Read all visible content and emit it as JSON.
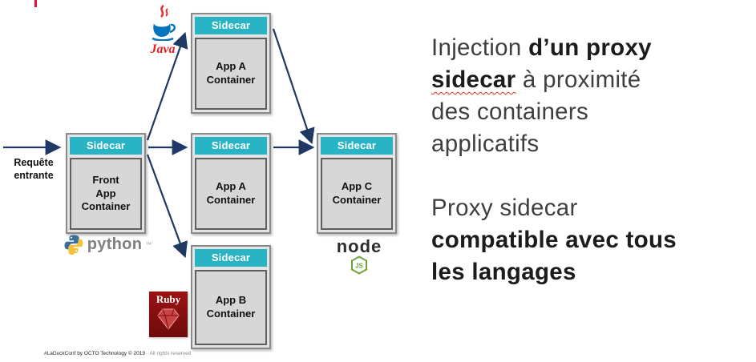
{
  "slide": {
    "footer_main": "#LaDuckConf by OCTO Technology © 2019",
    "footer_secondary": "· All rights reserved"
  },
  "diagram": {
    "entry_label": "Requête\nentrante",
    "boxes": [
      {
        "header": "Sidecar",
        "app": "Front\nApp\nContainer"
      },
      {
        "header": "Sidecar",
        "app": "App A\nContainer"
      },
      {
        "header": "Sidecar",
        "app": "App A\nContainer"
      },
      {
        "header": "Sidecar",
        "app": "App B\nContainer"
      },
      {
        "header": "Sidecar",
        "app": "App C\nContainer"
      }
    ],
    "logos": {
      "java": "Java",
      "python": "python",
      "python_tm": "™",
      "ruby": "Ruby",
      "node": "node",
      "node_badge": "JS"
    },
    "colors": {
      "sidecar_teal": "#29b4c6",
      "arrow_navy": "#1f3864",
      "box_fill": "#d7d7d7",
      "java_red": "#ea2d2e",
      "python_blue": "#3b6e9c",
      "python_yellow": "#f5c33b",
      "ruby_red": "#8f1010",
      "node_green": "#71a13c",
      "squiggle_red": "#d93025"
    }
  },
  "text_panel": {
    "p1_line1_regular": "Injection ",
    "p1_line1_bold": "d’un proxy",
    "p1_line2_bold_underlined": "sidecar",
    "p1_line2_regular": " à proximité",
    "p1_line3": "des containers",
    "p1_line4": "applicatifs",
    "p2_line1": "Proxy sidecar",
    "p2_line2_bold": "compatible avec tous",
    "p2_line3_bold": "les langages"
  }
}
